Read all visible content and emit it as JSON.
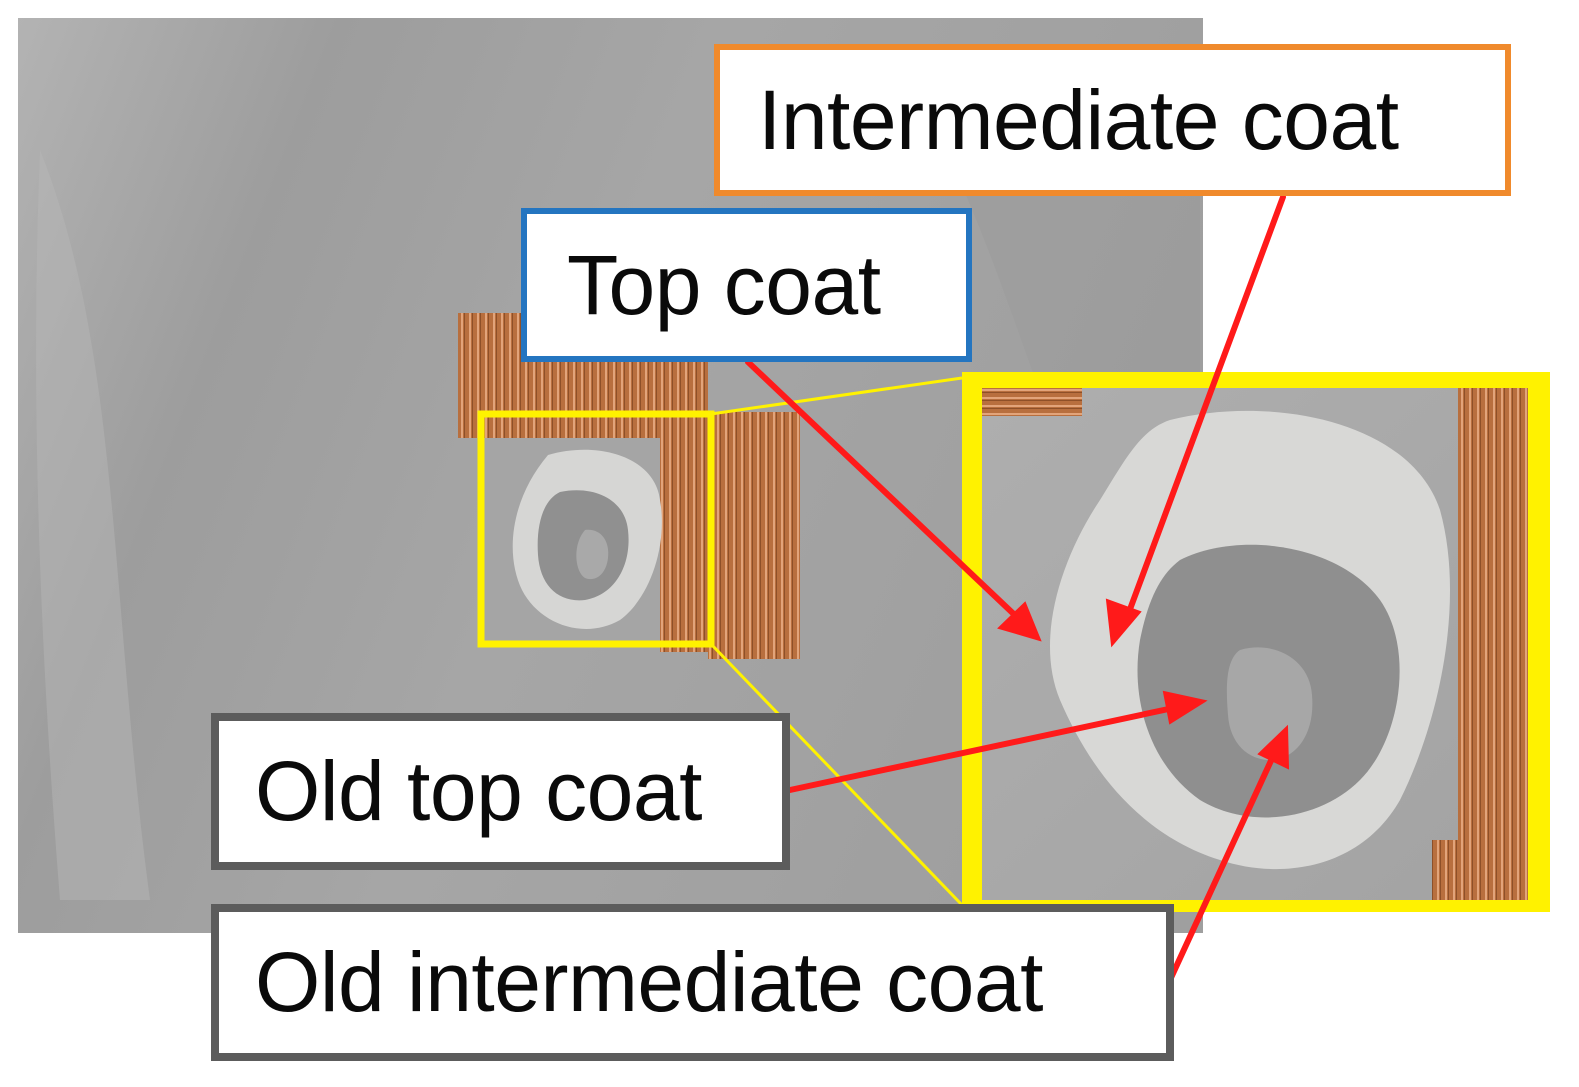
{
  "labels": {
    "intermediate_coat": "Intermediate coat",
    "top_coat": "Top coat",
    "old_top_coat": "Old top coat",
    "old_intermediate_coat": "Old intermediate coat"
  },
  "colors": {
    "panel_gray": "#a9a9a9",
    "copper_tape": "#b9703f",
    "highlight_yellow": "#fff200",
    "arrow_red": "#ff1a1a",
    "orange_border": "#f08a2c",
    "blue_border": "#2475c0",
    "gray_border": "#5c5c5c"
  }
}
